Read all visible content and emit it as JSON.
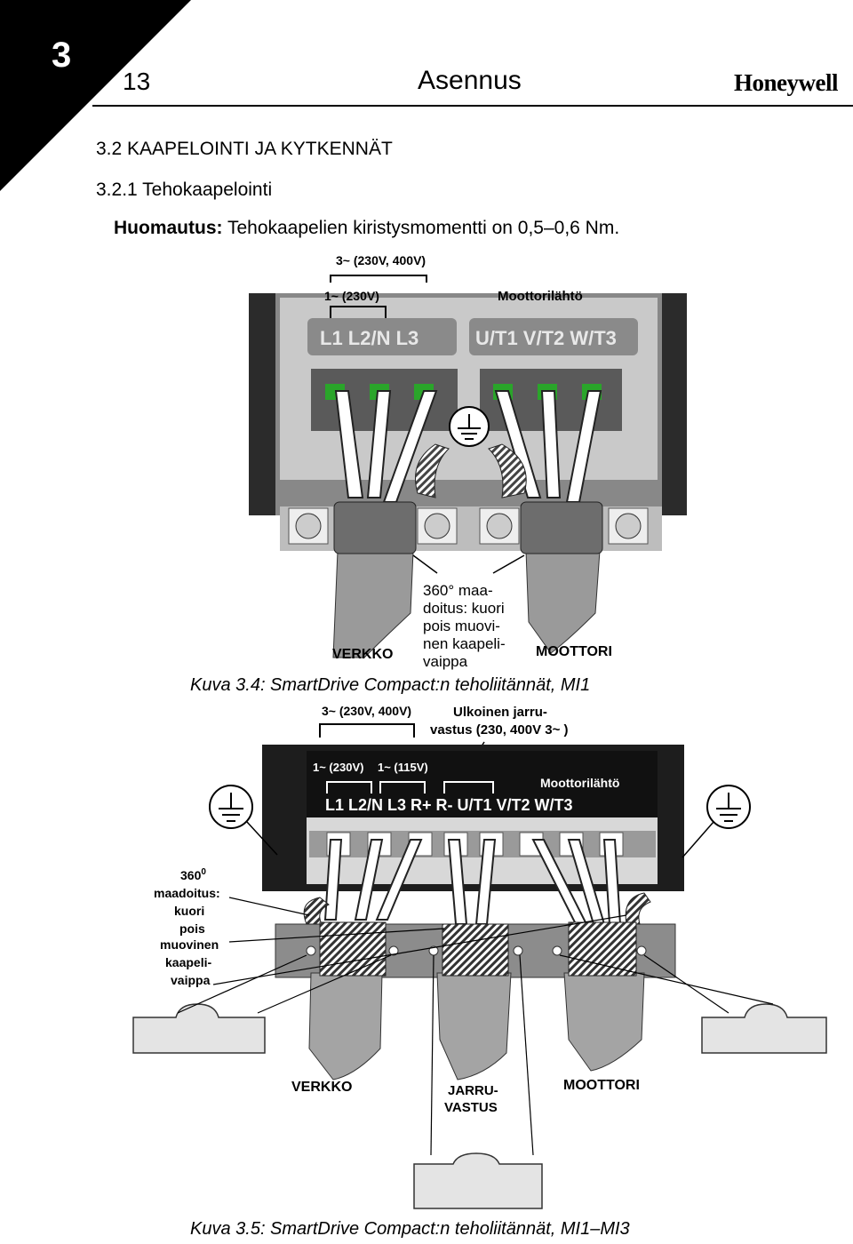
{
  "header": {
    "chapter_number": "3",
    "page_number": "13",
    "chapter_title": "Asennus",
    "brand": "Honeywell"
  },
  "section": {
    "heading": "3.2  KAAPELOINTI JA KYTKENNÄT",
    "subheading": "3.2.1  Tehokaapelointi",
    "note_label": "Huomautus:",
    "note_text": " Tehokaapelien kiristysmomentti on 0,5–0,6 Nm."
  },
  "figure1": {
    "label_3phase": "3~ (230V, 400V)",
    "label_1phase": "1~ (230V)",
    "label_motor_out": "Moottorilähtö",
    "terminals_mains": "L1  L2/N  L3",
    "terminals_motor": "U/T1  V/T2  W/T3",
    "ground_note": [
      "360° maa-",
      "doitus: kuori",
      "pois muovi-",
      "nen kaapeli-",
      "vaippa"
    ],
    "label_mains": "VERKKO",
    "label_motor": "MOOTTORI",
    "caption": "Kuva 3.4: SmartDrive Compact:n teholiitännät, MI1"
  },
  "figure2": {
    "label_3phase": "3~ (230V, 400V)",
    "label_brake": [
      "Ulkoinen jarru-",
      "vastus (230, 400V 3~ )"
    ],
    "label_1phase_230": "1~ (230V)",
    "label_1phase_115": "1~ (115V)",
    "label_motor_out": "Moottorilähtö",
    "terminals": "L1  L2/N   L3    R+    R-  U/T1  V/T2  W/T3",
    "ground_note_lines": [
      "360",
      "maadoitus:",
      "kuori",
      "pois",
      "muovinen",
      "kaapeli-",
      "vaippa"
    ],
    "ground_note_sup": "0",
    "label_mains": "VERKKO",
    "label_brake_res": [
      "JARRU-",
      "VASTUS"
    ],
    "label_motor": "MOOTTORI",
    "caption": "Kuva 3.5: SmartDrive Compact:n teholiitännät, MI1–MI3"
  }
}
